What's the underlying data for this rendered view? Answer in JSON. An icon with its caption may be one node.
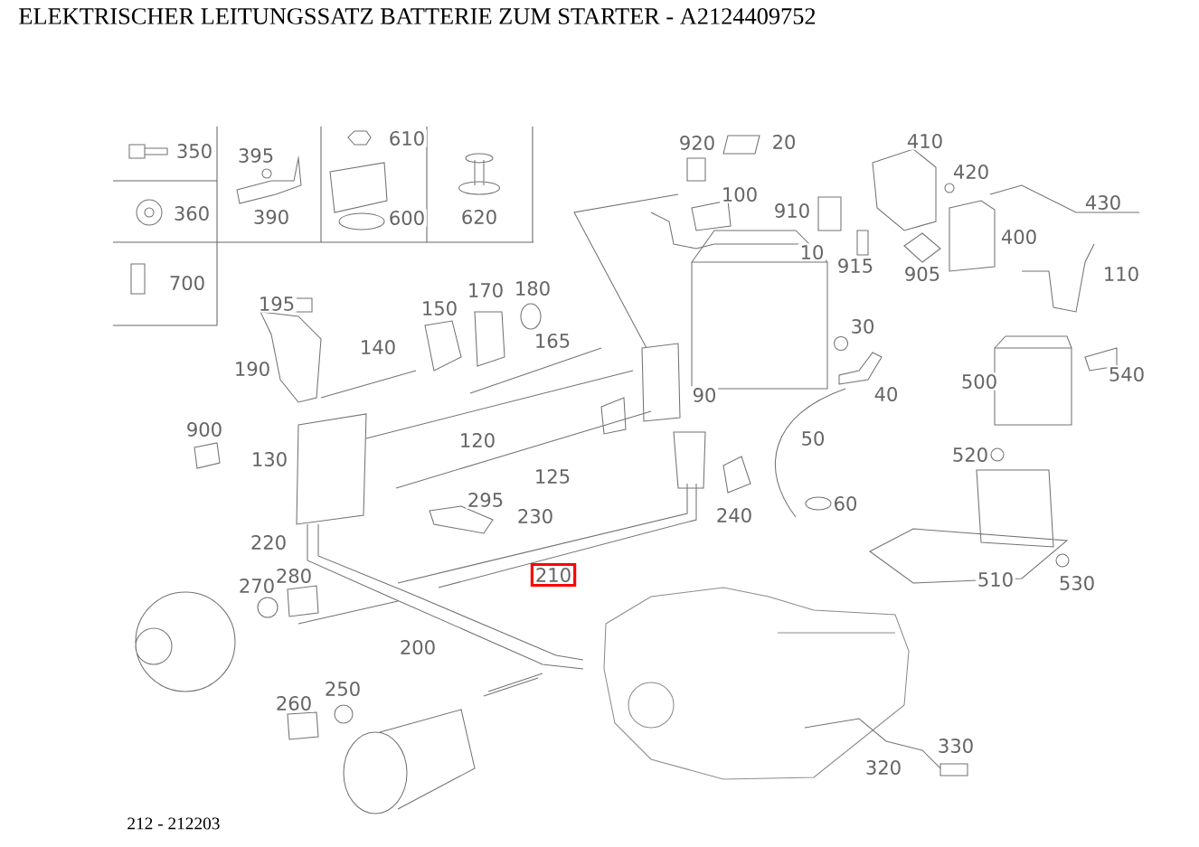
{
  "diagram": {
    "title": "ELEKTRISCHER LEITUNGSSATZ BATTERIE ZUM STARTER - A2124409752",
    "caption": "212 - 212203",
    "labels": [
      "350",
      "395",
      "610",
      "920",
      "20",
      "410",
      "420",
      "360",
      "390",
      "600",
      "620",
      "100",
      "910",
      "430",
      "10",
      "915",
      "905",
      "400",
      "110",
      "700",
      "195",
      "150",
      "170",
      "180",
      "30",
      "190",
      "140",
      "165",
      "90",
      "40",
      "500",
      "540",
      "900",
      "130",
      "120",
      "125",
      "50",
      "520",
      "220",
      "295",
      "230",
      "240",
      "60",
      "270",
      "280",
      "210",
      "510",
      "530",
      "200",
      "260",
      "250",
      "320",
      "330"
    ]
  }
}
